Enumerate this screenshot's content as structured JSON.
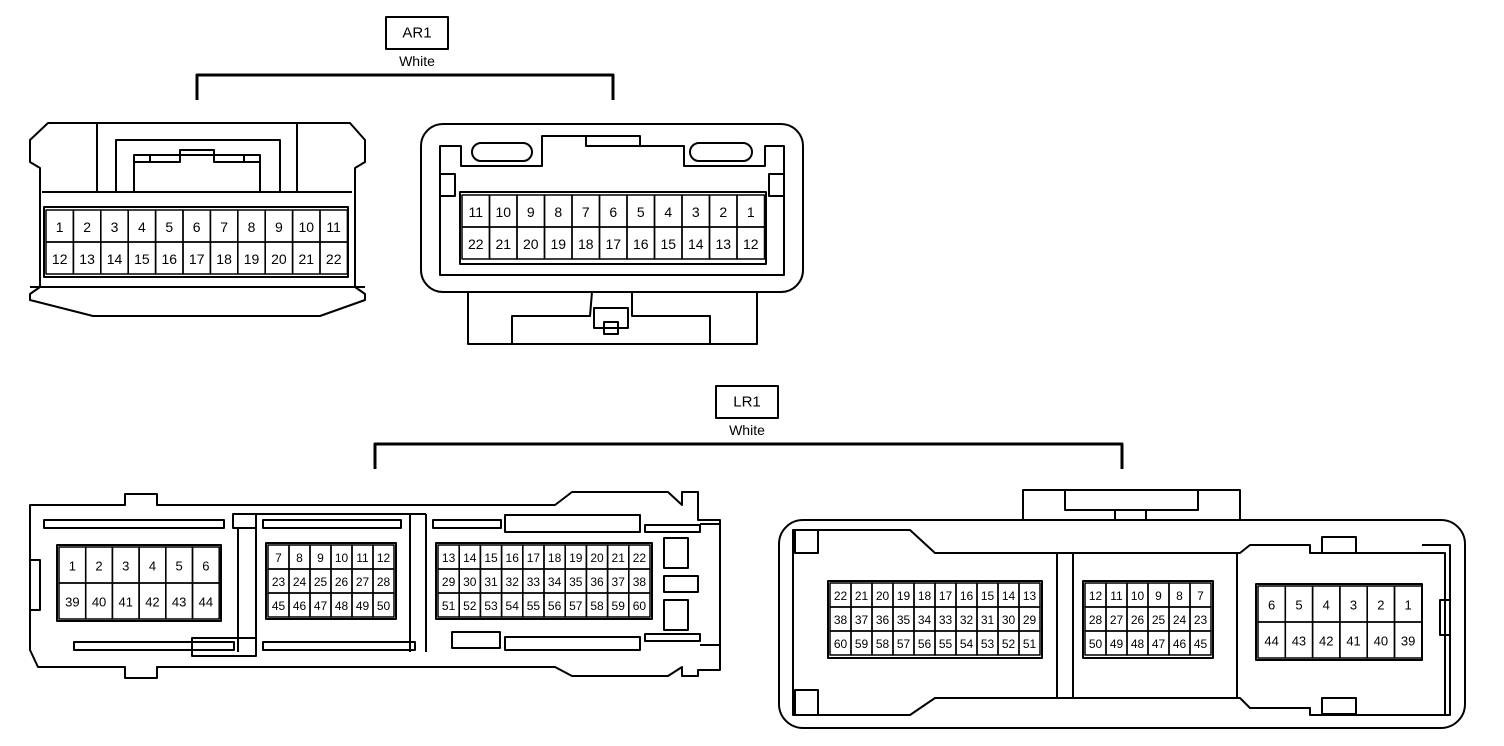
{
  "colors": {
    "line": "#000000",
    "background": "#ffffff"
  },
  "connectors": [
    {
      "id": "ar1",
      "label": "AR1",
      "color_text": "White",
      "views": [
        {
          "id": "ar1-left",
          "pin_rows": [
            [
              1,
              2,
              3,
              4,
              5,
              6,
              7,
              8,
              9,
              10,
              11
            ],
            [
              12,
              13,
              14,
              15,
              16,
              17,
              18,
              19,
              20,
              21,
              22
            ]
          ]
        },
        {
          "id": "ar1-right",
          "pin_rows": [
            [
              11,
              10,
              9,
              8,
              7,
              6,
              5,
              4,
              3,
              2,
              1
            ],
            [
              22,
              21,
              20,
              19,
              18,
              17,
              16,
              15,
              14,
              13,
              12
            ]
          ]
        }
      ]
    },
    {
      "id": "lr1",
      "label": "LR1",
      "color_text": "White",
      "views": [
        {
          "id": "lr1-left",
          "blocks": [
            {
              "pin_rows": [
                [
                  1,
                  2,
                  3,
                  4,
                  5,
                  6
                ],
                [
                  39,
                  40,
                  41,
                  42,
                  43,
                  44
                ]
              ]
            },
            {
              "pin_rows": [
                [
                  7,
                  8,
                  9,
                  10,
                  11,
                  12
                ],
                [
                  23,
                  24,
                  25,
                  26,
                  27,
                  28
                ],
                [
                  45,
                  46,
                  47,
                  48,
                  49,
                  50
                ]
              ]
            },
            {
              "pin_rows": [
                [
                  13,
                  14,
                  15,
                  16,
                  17,
                  18,
                  19,
                  20,
                  21,
                  22
                ],
                [
                  29,
                  30,
                  31,
                  32,
                  33,
                  34,
                  35,
                  36,
                  37,
                  38
                ],
                [
                  51,
                  52,
                  53,
                  54,
                  55,
                  56,
                  57,
                  58,
                  59,
                  60
                ]
              ]
            }
          ]
        },
        {
          "id": "lr1-right",
          "blocks": [
            {
              "pin_rows": [
                [
                  22,
                  21,
                  20,
                  19,
                  18,
                  17,
                  16,
                  15,
                  14,
                  13
                ],
                [
                  38,
                  37,
                  36,
                  35,
                  34,
                  33,
                  32,
                  31,
                  30,
                  29
                ],
                [
                  60,
                  59,
                  58,
                  57,
                  56,
                  55,
                  54,
                  53,
                  52,
                  51
                ]
              ]
            },
            {
              "pin_rows": [
                [
                  12,
                  11,
                  10,
                  9,
                  8,
                  7
                ],
                [
                  28,
                  27,
                  26,
                  25,
                  24,
                  23
                ],
                [
                  50,
                  49,
                  48,
                  47,
                  46,
                  45
                ]
              ]
            },
            {
              "pin_rows": [
                [
                  6,
                  5,
                  4,
                  3,
                  2,
                  1
                ],
                [
                  44,
                  43,
                  42,
                  41,
                  40,
                  39
                ]
              ]
            }
          ]
        }
      ]
    }
  ]
}
